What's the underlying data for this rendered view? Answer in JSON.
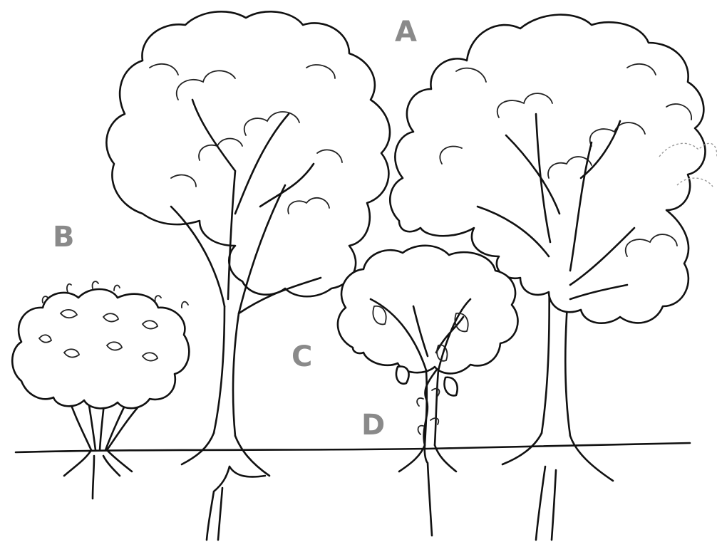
{
  "labels": {
    "a": "A",
    "b": "B",
    "c": "C",
    "d": "D"
  },
  "colors": {
    "ink": "#111111",
    "label": "#8a8a8a",
    "paper": "#ffffff"
  }
}
